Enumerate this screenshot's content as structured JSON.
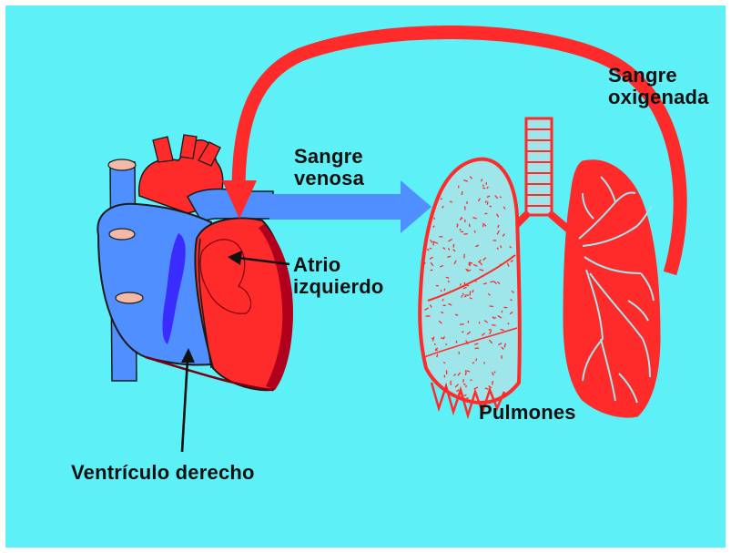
{
  "colors": {
    "background": "#5ef0f7",
    "oxygenated": "#ff2a2a",
    "venous": "#4f8fff",
    "dark_venous": "#3a2cff",
    "dark_red": "#b0001e",
    "lung_fill_left": "#9fe6ea",
    "lung_fill_right": "#ff2a2a"
  },
  "labels": {
    "sangre_oxigenada": [
      "Sangre",
      "oxigenada"
    ],
    "sangre_venosa": [
      "Sangre",
      "venosa"
    ],
    "atrio_izquierdo": [
      "Atrio",
      "izquierdo"
    ],
    "pulmones": "Pulmones",
    "ventriculo_derecho": "Ventrículo derecho"
  },
  "icons": {
    "heart": "heart-illustration",
    "lungs": "lungs-illustration",
    "oxygenated_arrow": "red-curved-arrow",
    "venous_arrow": "blue-arrow"
  }
}
